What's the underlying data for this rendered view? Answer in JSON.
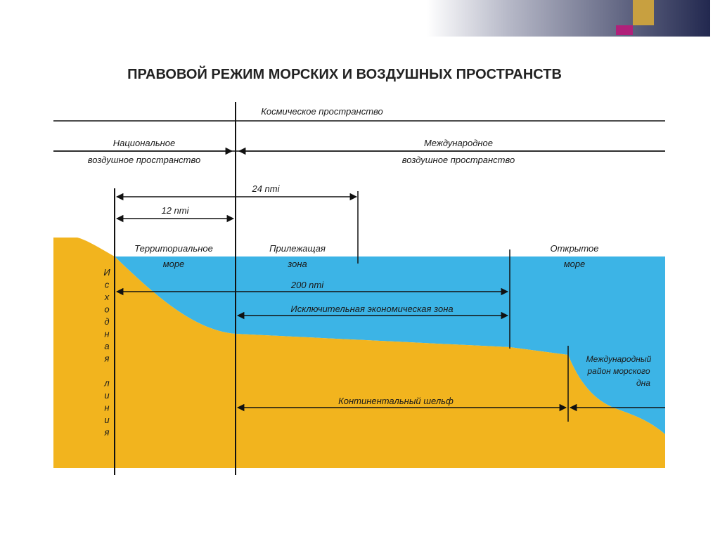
{
  "title": "ПРАВОВОЙ РЕЖИМ МОРСКИХ И ВОЗДУШНЫХ ПРОСТРАНСТВ",
  "colors": {
    "land": "#f2b41e",
    "sea": "#3cb4e6",
    "line": "#111111",
    "header_gradient_start": "#ffffff",
    "header_gradient_end": "#2a2f5a",
    "accent_gold": "#c8a040",
    "accent_magenta": "#b0207a"
  },
  "labels": {
    "space": "Космическое пространство",
    "national_air_1": "Национальное",
    "national_air_2": "воздушное пространство",
    "international_air_1": "Международное",
    "international_air_2": "воздушное пространство",
    "nmi_24": "24 nmi",
    "nmi_12": "12 nmi",
    "territorial_sea_1": "Территориальное",
    "territorial_sea_2": "море",
    "contiguous_zone_1": "Прилежащая",
    "contiguous_zone_2": "зона",
    "open_sea_1": "Открытое",
    "open_sea_2": "море",
    "nmi_200": "200 nmi",
    "eez": "Исключительная экономическая зона",
    "seabed_area_1": "Международный",
    "seabed_area_2": "район морского",
    "seabed_area_3": "дна",
    "continental_shelf": "Континентальный шельф",
    "baseline_letters": [
      "И",
      "с",
      "х",
      "о",
      "д",
      "н",
      "а",
      "я",
      "",
      "л",
      "и",
      "н",
      "и",
      "я"
    ]
  }
}
